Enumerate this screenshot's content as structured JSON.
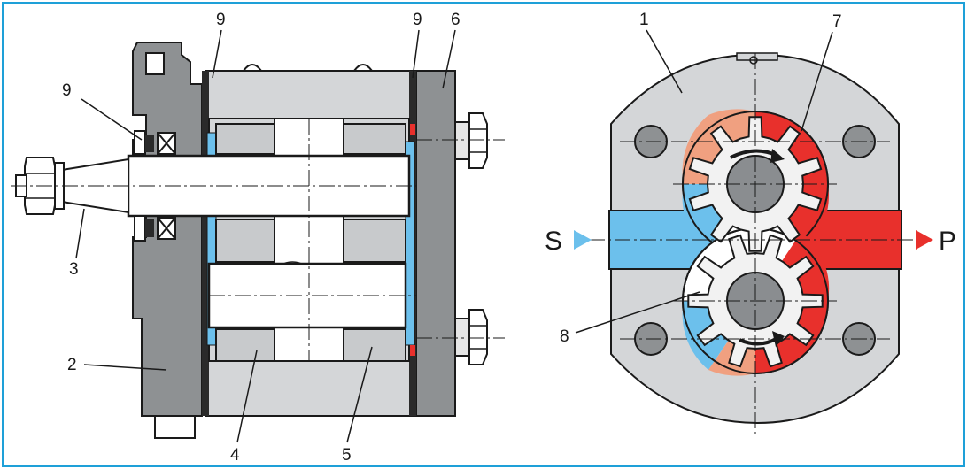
{
  "colors": {
    "frame": "#1ea0d8",
    "housing_dark": "#8e9193",
    "housing_light": "#d4d6d8",
    "suction": "#6cc0ec",
    "pressure": "#e8302c",
    "transition": "#f0a080",
    "shaft": "#f2f2f2",
    "core": "#8a8d90"
  },
  "labels": {
    "n9a": "9",
    "n9b": "9",
    "n9c": "9",
    "n6": "6",
    "n3": "3",
    "n2": "2",
    "n4": "4",
    "n5": "5",
    "n1": "1",
    "n7": "7",
    "n8": "8",
    "s": "S",
    "p": "P"
  }
}
